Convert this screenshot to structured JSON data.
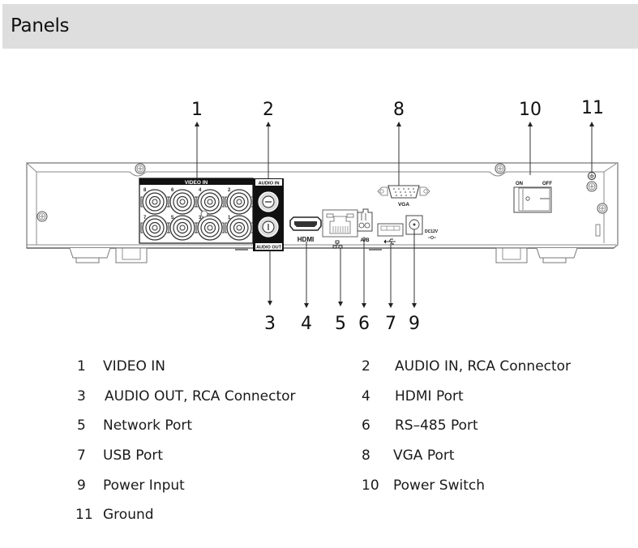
{
  "header": {
    "title": "Panels"
  },
  "diagram": {
    "callouts_top": [
      "1",
      "2",
      "8",
      "10",
      "11"
    ],
    "callouts_bottom": [
      "3",
      "4",
      "5",
      "6",
      "7",
      "9"
    ],
    "panel_labels": {
      "video_in": "VIDEO IN",
      "audio_in": "AUDIO IN",
      "audio_out": "AUDIO OUT",
      "vga": "VGA",
      "hdmi": "HDMI",
      "rs485": "A/B",
      "dc": "DC12V",
      "on": "ON",
      "off": "OFF",
      "bnc_numbers_top": [
        "8",
        "6",
        "4",
        "2"
      ],
      "bnc_numbers_bottom": [
        "7",
        "5",
        "3",
        "1"
      ]
    }
  },
  "legend": [
    {
      "num": "1",
      "label": "VIDEO IN"
    },
    {
      "num": "2",
      "label": "AUDIO IN, RCA Connector"
    },
    {
      "num": "3",
      "label": "AUDIO OUT, RCA Connector"
    },
    {
      "num": "4",
      "label": "HDMI Port"
    },
    {
      "num": "5",
      "label": "Network Port"
    },
    {
      "num": "6",
      "label": "RS–485 Port"
    },
    {
      "num": "7",
      "label": "USB Port"
    },
    {
      "num": "8",
      "label": "VGA Port"
    },
    {
      "num": "9",
      "label": "Power Input"
    },
    {
      "num": "10",
      "label": "Power Switch"
    },
    {
      "num": "11",
      "label": "Ground"
    }
  ]
}
